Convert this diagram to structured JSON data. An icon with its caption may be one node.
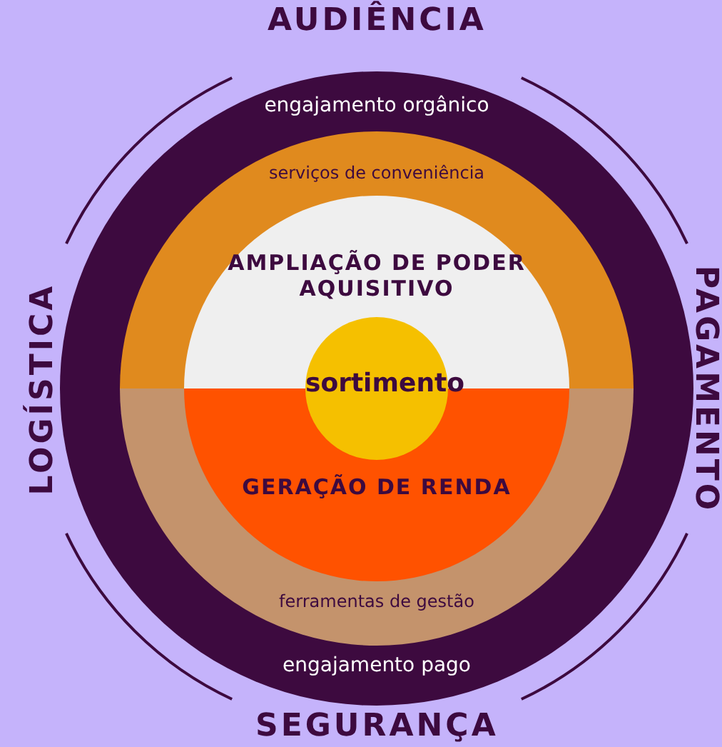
{
  "diagram": {
    "nodes": [
      {
        "text": [
          "engajamento orgânico",
          "engajamento pago"
        ]
      },
      {
        "text": [
          "serviços de conveniência"
        ],
        "in": 0
      },
      {
        "text": [
          "ferramentas de gestão"
        ],
        "in": 0
      },
      {
        "text": [
          "AMPLIAÇÃO DE PODER AQUISITIVO"
        ],
        "in": 1
      },
      {
        "text": [
          "GERAÇÃO DE RENDA"
        ],
        "in": 2
      },
      {
        "text": [
          "sortimento"
        ],
        "in": 0
      }
    ],
    "labels": [
      "AUDIÊNCIA",
      "PAGAMENTO",
      "LOGÍSTICA",
      "SEGURANÇA"
    ]
  }
}
